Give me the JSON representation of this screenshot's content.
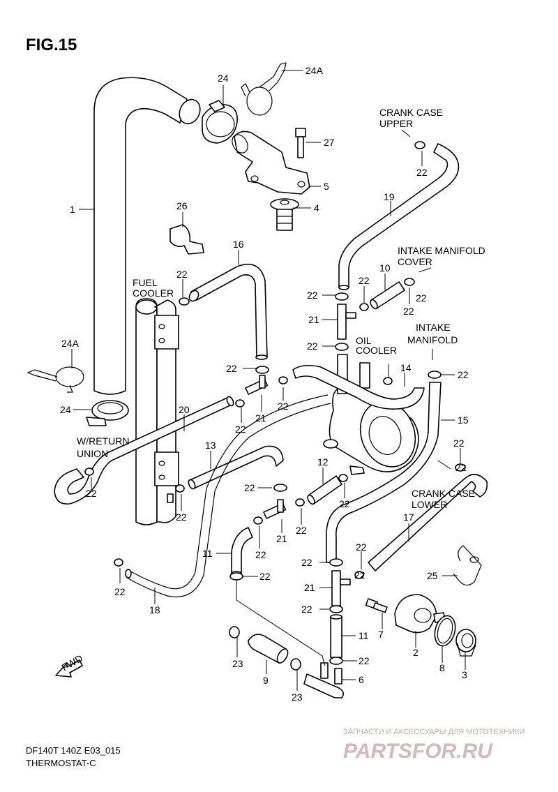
{
  "figure": {
    "title": "FIG.15",
    "model": "DF140T 140Z E03_015",
    "section": "THERMOSTAT-C"
  },
  "captions": {
    "crankcase_upper_1": "CRANK CASE",
    "crankcase_upper_2": "UPPER",
    "intake_cover_1": "INTAKE MANIFOLD",
    "intake_cover_2": "COVER",
    "intake_1": "INTAKE",
    "intake_2": "MANIFOLD",
    "fuel_cooler_1": "FUEL",
    "fuel_cooler_2": "COOLER",
    "oil_cooler_1": "OIL",
    "oil_cooler_2": "COOLER",
    "return_union_1": "W/RETURN",
    "return_union_2": "UNION",
    "crankcase_lower_1": "CRANK CASE",
    "crankcase_lower_2": "LOWER",
    "fwd": "FWD"
  },
  "callouts": [
    "24A",
    "24",
    "27",
    "5",
    "4",
    "1",
    "26",
    "16",
    "22",
    "24A",
    "24",
    "20",
    "22",
    "13",
    "22",
    "22",
    "21",
    "22",
    "22",
    "21",
    "22",
    "22",
    "19",
    "22",
    "10",
    "22",
    "22",
    "21",
    "22",
    "22",
    "14",
    "22",
    "15",
    "12",
    "22",
    "22",
    "22",
    "21",
    "22",
    "22",
    "11",
    "22",
    "18",
    "17",
    "22",
    "22",
    "25",
    "21",
    "22",
    "7",
    "11",
    "2",
    "8",
    "3",
    "22",
    "6",
    "23",
    "9",
    "23",
    "22",
    "22"
  ],
  "watermark": {
    "tagline": "ЗАПЧАСТИ И АКСЕССУАРЫ ДЛЯ МОТОТЕХНИКИ",
    "brand": "PARTSFOR.RU"
  }
}
